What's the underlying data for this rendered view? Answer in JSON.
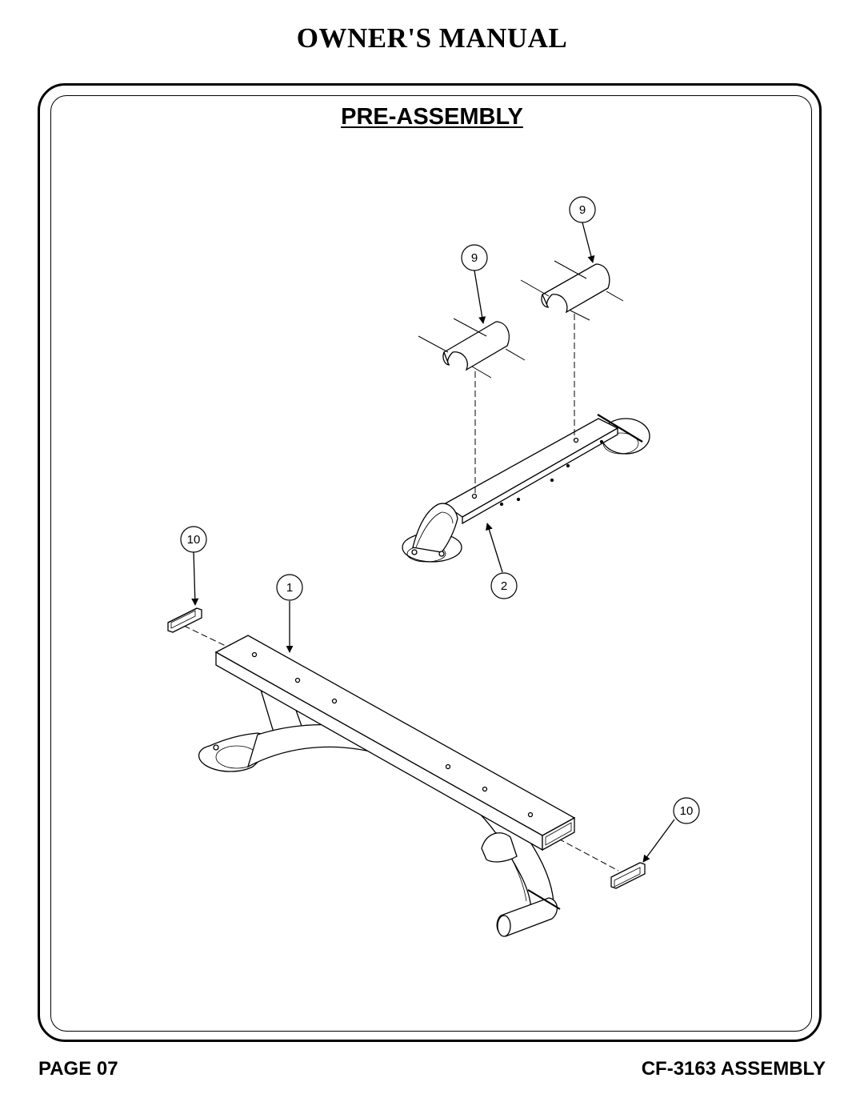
{
  "header": {
    "title": "OWNER'S MANUAL"
  },
  "section": {
    "title": "PRE-ASSEMBLY"
  },
  "callouts": {
    "part_9_top": "9",
    "part_9_left": "9",
    "part_10_left": "10",
    "part_1": "1",
    "part_2": "2",
    "part_10_right": "10"
  },
  "footer": {
    "page": "PAGE 07",
    "model": "CF-3163 ASSEMBLY"
  }
}
